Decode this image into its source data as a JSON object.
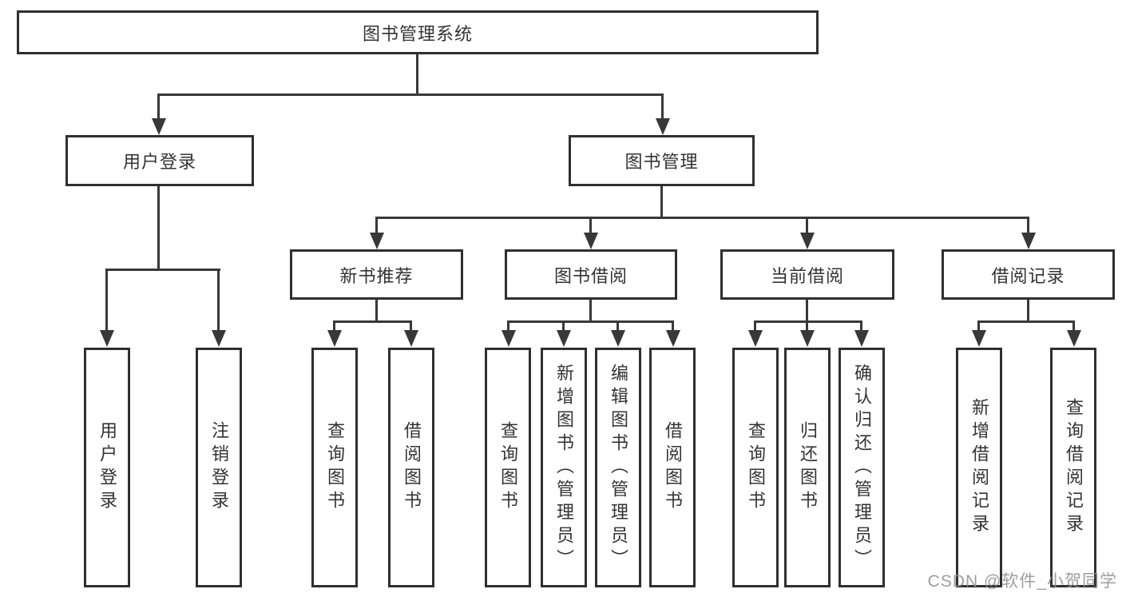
{
  "diagram": {
    "root": {
      "label": "图书管理系统"
    },
    "modules": [
      {
        "label": "用户登录",
        "children": [
          {
            "label": "用户登录"
          },
          {
            "label": "注销登录"
          }
        ]
      },
      {
        "label": "图书管理",
        "children": [
          {
            "label": "新书推荐",
            "children": [
              {
                "label": "查询图书"
              },
              {
                "label": "借阅图书"
              }
            ]
          },
          {
            "label": "图书借阅",
            "children": [
              {
                "label": "查询图书"
              },
              {
                "label": "新增图书（管理员）"
              },
              {
                "label": "编辑图书（管理员）"
              },
              {
                "label": "借阅图书"
              }
            ]
          },
          {
            "label": "当前借阅",
            "children": [
              {
                "label": "查询图书"
              },
              {
                "label": "归还图书"
              },
              {
                "label": "确认归还（管理员）"
              }
            ]
          },
          {
            "label": "借阅记录",
            "children": [
              {
                "label": "新增借阅记录"
              },
              {
                "label": "查询借阅记录"
              }
            ]
          }
        ]
      }
    ]
  },
  "watermark": "CSDN @软件_小贺同学",
  "colors": {
    "line": "#383838",
    "box_border": "#2f2f2f",
    "text": "#333333",
    "watermark": "#949494",
    "background": "#ffffff"
  }
}
